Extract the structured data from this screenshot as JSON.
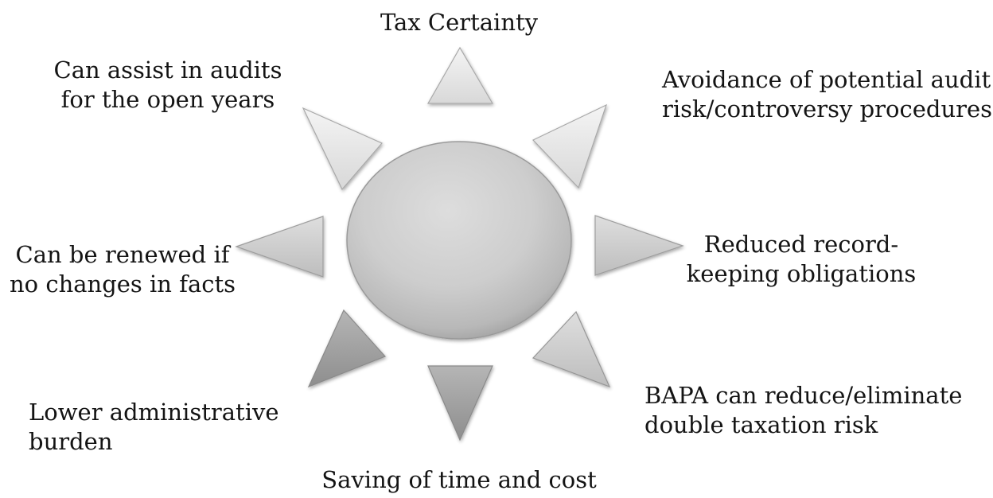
{
  "benefits": {
    "top": {
      "lines": [
        "Tax Certainty"
      ]
    },
    "top_right": {
      "lines": [
        "Avoidance of potential audit",
        "risk/controversy procedures"
      ]
    },
    "right": {
      "lines": [
        "Reduced record-",
        "keeping obligations"
      ]
    },
    "bottom_right": {
      "lines": [
        "BAPA can reduce/eliminate",
        "double taxation risk"
      ]
    },
    "bottom": {
      "lines": [
        "Saving of time and cost"
      ]
    },
    "bottom_left": {
      "lines": [
        "Lower administrative",
        "burden"
      ]
    },
    "left": {
      "lines": [
        "Can be renewed if",
        "no changes in facts"
      ]
    },
    "top_left": {
      "lines": [
        "Can assist in audits",
        "for the open years"
      ]
    }
  }
}
